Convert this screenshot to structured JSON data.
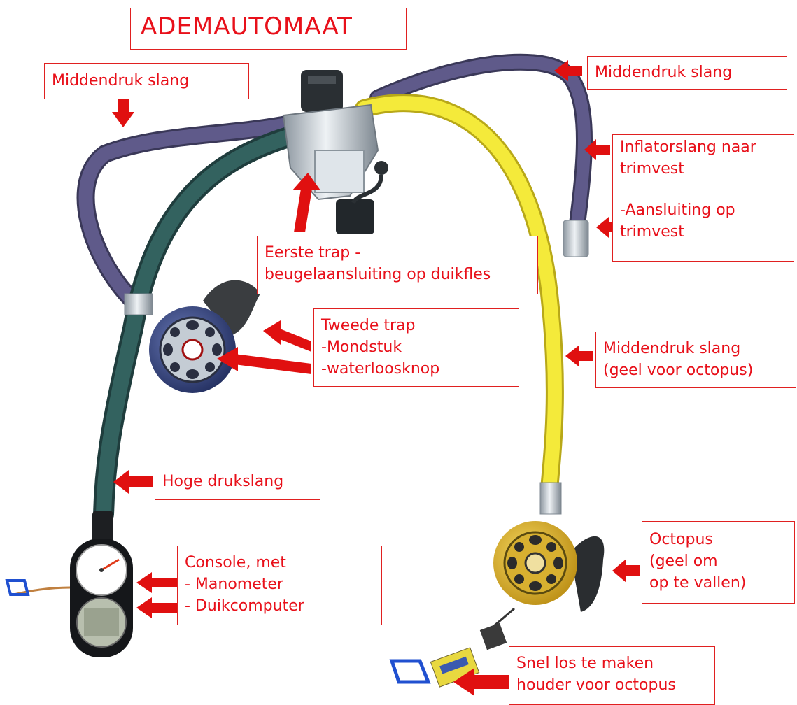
{
  "title": "ADEMAUTOMAAT",
  "labels": {
    "hose_left": "Middendruk slang",
    "hose_right": "Middendruk slang",
    "inflator": {
      "line1": "Inflatorslang naar",
      "line2": "trimvest",
      "line3": "-Aansluiting op",
      "line4": "trimvest"
    },
    "first_stage": {
      "line1": "Eerste trap -",
      "line2": "beugelaansluiting op duikfles"
    },
    "second_stage": {
      "line1": "Tweede trap",
      "line2": "-Mondstuk",
      "line3": "-waterloosknop"
    },
    "octo_hose": {
      "line1": "Middendruk slang",
      "line2": "(geel voor octopus)"
    },
    "hp_hose": "Hoge drukslang",
    "console": {
      "line1": "Console, met",
      "line2": "- Manometer",
      "line3": "- Duikcomputer"
    },
    "octopus": {
      "line1": "Octopus",
      "line2": "(geel om",
      "line3": "op te vallen)"
    },
    "holder": {
      "line1": "Snel los te maken",
      "line2": "houder voor octopus"
    }
  },
  "colors": {
    "label_red": "#e8101a",
    "arrow_red": "#e01010",
    "lp_hose": "#5a5682",
    "hp_hose": "#2f5a5a",
    "octo_hose": "#f2e630",
    "chrome": "#b9c2cb",
    "octopus_body": "#d8a820",
    "second_stage_body": "#3a4a80"
  }
}
